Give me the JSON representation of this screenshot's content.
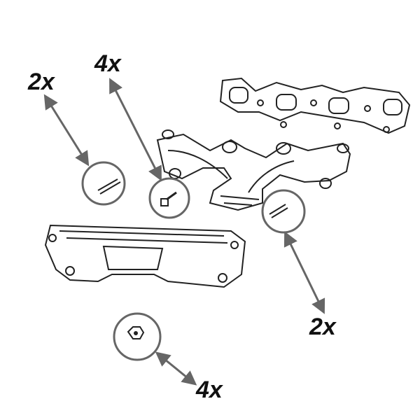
{
  "callouts": [
    {
      "label": "2x",
      "part": "stud"
    },
    {
      "label": "4x",
      "part": "bolt"
    },
    {
      "label": "2x",
      "part": "stud"
    },
    {
      "label": "4x",
      "part": "nut"
    }
  ],
  "colors": {
    "line": "#222222",
    "callout": "#666666"
  }
}
